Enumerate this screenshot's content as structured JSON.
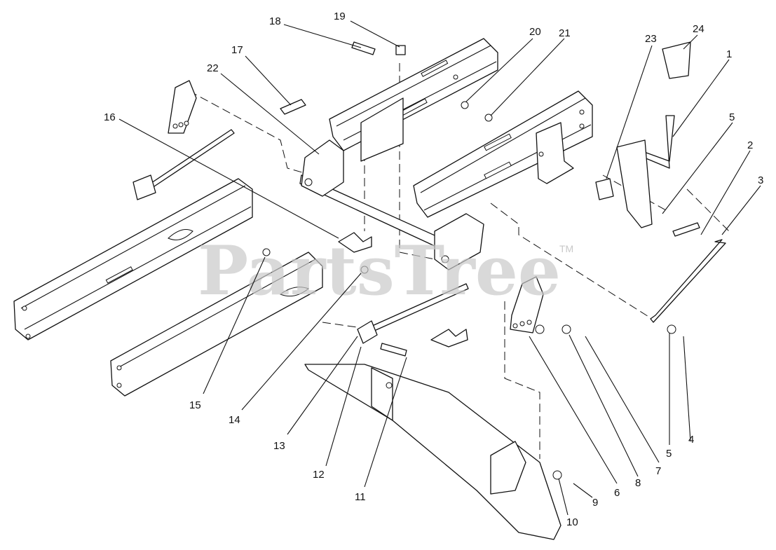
{
  "watermark": {
    "text": "PartsTree",
    "trademark": "TM"
  },
  "callouts": [
    "1",
    "2",
    "3",
    "4",
    "5",
    "5",
    "6",
    "7",
    "8",
    "9",
    "10",
    "11",
    "12",
    "13",
    "14",
    "15",
    "16",
    "17",
    "18",
    "19",
    "20",
    "21",
    "22",
    "23",
    "24"
  ]
}
